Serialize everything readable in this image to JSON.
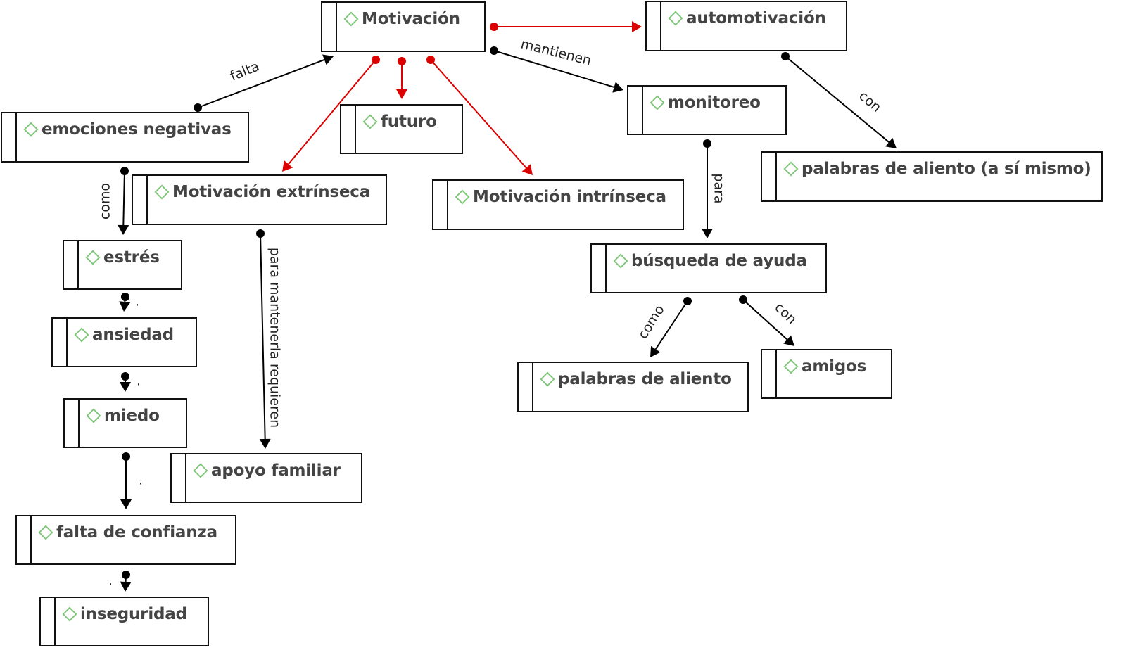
{
  "diagram": {
    "title": "Motivación",
    "colors": {
      "node_border": "#111111",
      "node_text": "#444444",
      "diamond": "#7cc576",
      "edge_black": "#000000",
      "edge_red": "#dd0000"
    },
    "nodes": [
      {
        "id": "motivacion",
        "label": "Motivación",
        "icon": "diamond-icon"
      },
      {
        "id": "automotivacion",
        "label": "automotivación",
        "icon": "diamond-icon"
      },
      {
        "id": "emociones",
        "label": "emociones negativas",
        "icon": "diamond-icon"
      },
      {
        "id": "futuro",
        "label": "futuro",
        "icon": "diamond-icon"
      },
      {
        "id": "monitoreo",
        "label": "monitoreo",
        "icon": "diamond-icon"
      },
      {
        "id": "palabras_mismo",
        "label": "palabras de aliento (a sí mismo)",
        "icon": "diamond-icon"
      },
      {
        "id": "extrinseca",
        "label": "Motivación extrínseca",
        "icon": "diamond-icon"
      },
      {
        "id": "intrinseca",
        "label": "Motivación intrínseca",
        "icon": "diamond-icon"
      },
      {
        "id": "estres",
        "label": "estrés",
        "icon": "diamond-icon"
      },
      {
        "id": "busqueda",
        "label": "búsqueda de ayuda",
        "icon": "diamond-icon"
      },
      {
        "id": "ansiedad",
        "label": "ansiedad",
        "icon": "diamond-icon"
      },
      {
        "id": "palabras",
        "label": "palabras de aliento",
        "icon": "diamond-icon"
      },
      {
        "id": "amigos",
        "label": "amigos",
        "icon": "diamond-icon"
      },
      {
        "id": "miedo",
        "label": "miedo",
        "icon": "diamond-icon"
      },
      {
        "id": "apoyo",
        "label": "apoyo familiar",
        "icon": "diamond-icon"
      },
      {
        "id": "confianza",
        "label": "falta de confianza",
        "icon": "diamond-icon"
      },
      {
        "id": "inseguridad",
        "label": "inseguridad",
        "icon": "diamond-icon"
      }
    ],
    "edges": [
      {
        "from": "emociones",
        "to": "motivacion",
        "label": "falta",
        "color": "black"
      },
      {
        "from": "motivacion",
        "to": "automotivacion",
        "label": "",
        "color": "red"
      },
      {
        "from": "motivacion",
        "to": "monitoreo",
        "label": "mantienen",
        "color": "black"
      },
      {
        "from": "motivacion",
        "to": "extrinseca",
        "label": "",
        "color": "red"
      },
      {
        "from": "motivacion",
        "to": "futuro",
        "label": "",
        "color": "red"
      },
      {
        "from": "motivacion",
        "to": "intrinseca",
        "label": "",
        "color": "red"
      },
      {
        "from": "automotivacion",
        "to": "palabras_mismo",
        "label": "con",
        "color": "black"
      },
      {
        "from": "monitoreo",
        "to": "busqueda",
        "label": "para",
        "color": "black"
      },
      {
        "from": "busqueda",
        "to": "palabras",
        "label": "como",
        "color": "black"
      },
      {
        "from": "busqueda",
        "to": "amigos",
        "label": "con",
        "color": "black"
      },
      {
        "from": "emociones",
        "to": "estres",
        "label": "como",
        "color": "black"
      },
      {
        "from": "extrinseca",
        "to": "apoyo",
        "label": "para mantenerla requieren",
        "color": "black"
      },
      {
        "from": "estres",
        "to": "ansiedad",
        "label": ".",
        "color": "black"
      },
      {
        "from": "ansiedad",
        "to": "miedo",
        "label": ".",
        "color": "black"
      },
      {
        "from": "miedo",
        "to": "confianza",
        "label": ".",
        "color": "black"
      },
      {
        "from": "confianza",
        "to": "inseguridad",
        "label": ".",
        "color": "black"
      }
    ]
  }
}
